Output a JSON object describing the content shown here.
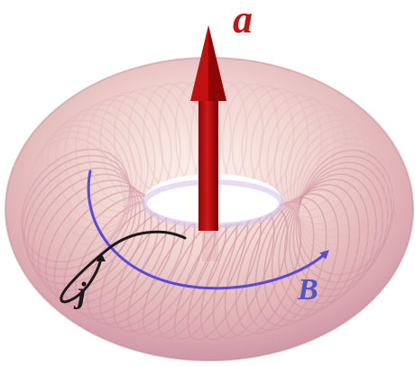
{
  "labels": {
    "axis": "a",
    "field": "B",
    "current": "j"
  },
  "colors": {
    "background": "#ffffff",
    "torus_fill": "#efc8c6",
    "torus_shadow": "#c7889c",
    "torus_highlight": "#fdf1ec",
    "hole_tint": "#d9c8f0",
    "axis_arrow": "#b50d0d",
    "axis_label": "#c41212",
    "field_line": "#5a4ad8",
    "field_label": "#4f56c9",
    "current_line": "#1a1a1a"
  }
}
